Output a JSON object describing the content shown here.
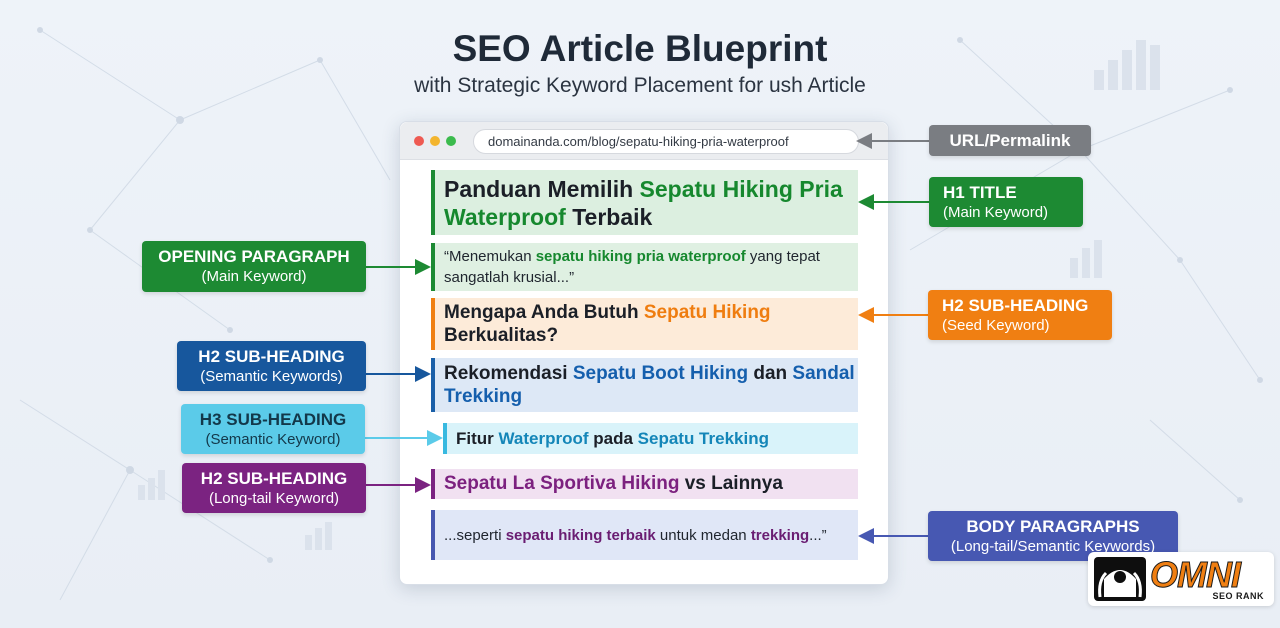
{
  "header": {
    "title": "SEO Article Blueprint",
    "subtitle": "with Strategic Keyword Placement for ush Article"
  },
  "browser": {
    "url": "domainanda.com/blog/sepatu-hiking-pria-waterproof"
  },
  "blocks": {
    "h1": {
      "pre": "Panduan Memilih ",
      "kw": "Sepatu Hiking Pria Waterproof",
      "post": " Terbaik"
    },
    "opening": {
      "pre": "“Menemukan ",
      "kw": "sepatu hiking pria waterproof",
      "post": " yang tepat sangatlah krusial...”"
    },
    "h2_seed": {
      "pre": "Mengapa Anda Butuh ",
      "kw": "Sepatu Hiking",
      "post": " Berkualitas?"
    },
    "h2_semantic": {
      "pre": "Rekomendasi ",
      "kw1": "Sepatu Boot Hiking",
      "mid": " dan ",
      "kw2": "Sandal Trekking"
    },
    "h3_semantic": {
      "pre": "Fitur ",
      "kw1": "Waterproof",
      "mid": " pada ",
      "kw2": "Sepatu Trekking"
    },
    "h2_longtail": {
      "kw": "Sepatu La Sportiva Hiking",
      "post": " vs Lainnya"
    },
    "body": {
      "pre": "...seperti ",
      "kw": "sepatu hiking terbaik",
      "mid": " untuk medan ",
      "kw2": "trekking",
      "post": "...”"
    }
  },
  "labels": {
    "url": {
      "line1": "URL/Permalink"
    },
    "h1": {
      "line1": "H1 TITLE",
      "line2": "(Main Keyword)"
    },
    "opening": {
      "line1": "OPENING PARAGRAPH",
      "line2": "(Main Keyword)"
    },
    "h2_seed": {
      "line1": "H2 SUB-HEADING",
      "line2": "(Seed Keyword)"
    },
    "h2_semantic": {
      "line1": "H2 SUB-HEADING",
      "line2": "(Semantic Keywords)"
    },
    "h3_semantic": {
      "line1": "H3 SUB-HEADING",
      "line2": "(Semantic Keyword)"
    },
    "h2_longtail": {
      "line1": "H2 SUB-HEADING",
      "line2": "(Long-tail Keyword)"
    },
    "body": {
      "line1": "BODY PARAGRAPHS",
      "line2": "(Long-tail/Semantic Keywords)"
    }
  },
  "colors": {
    "main_keyword": "#1d8a33",
    "seed_keyword": "#f07f12",
    "semantic_keyword": "#17579d",
    "semantic_keyword_h3": "#5bcbe9",
    "longtail_keyword": "#7b2381",
    "body": "#4758b2",
    "url": "#7a7d82"
  },
  "logo": {
    "name": "OMNI",
    "tagline": "SEO RANK"
  }
}
